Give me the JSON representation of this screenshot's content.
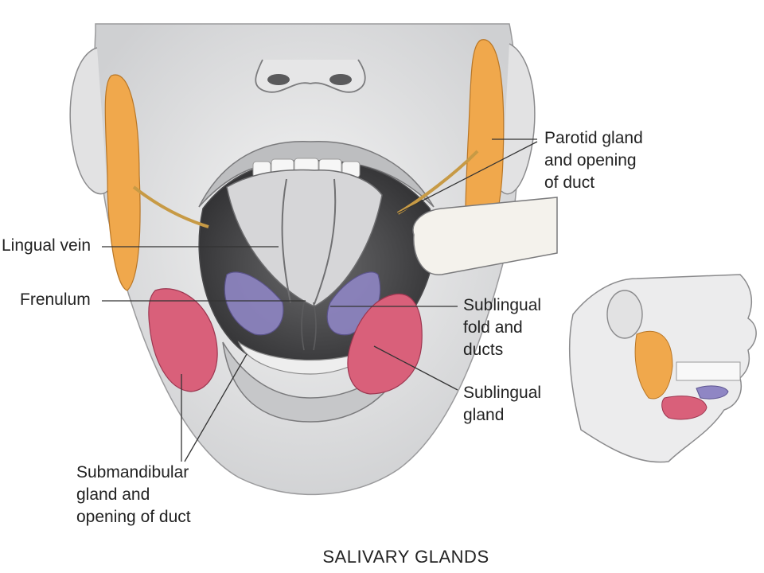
{
  "title": "SALIVARY GLANDS",
  "labels": {
    "parotid": [
      "Parotid gland",
      "and opening",
      "of duct"
    ],
    "lingual_vein": "Lingual vein",
    "frenulum": "Frenulum",
    "sublingual_fold": [
      "Sublingual",
      "fold and",
      "ducts"
    ],
    "sublingual_gland": [
      "Sublingual",
      "gland"
    ],
    "submandibular": [
      "Submandibular",
      "gland and",
      "opening of duct"
    ]
  },
  "colors": {
    "parotid": "#f0a84c",
    "submandibular": "#d9607a",
    "sublingual": "#8f86c4",
    "skin_shade": "#d9dadb",
    "mouth_dark": "#3a3a3c",
    "text": "#222222"
  }
}
